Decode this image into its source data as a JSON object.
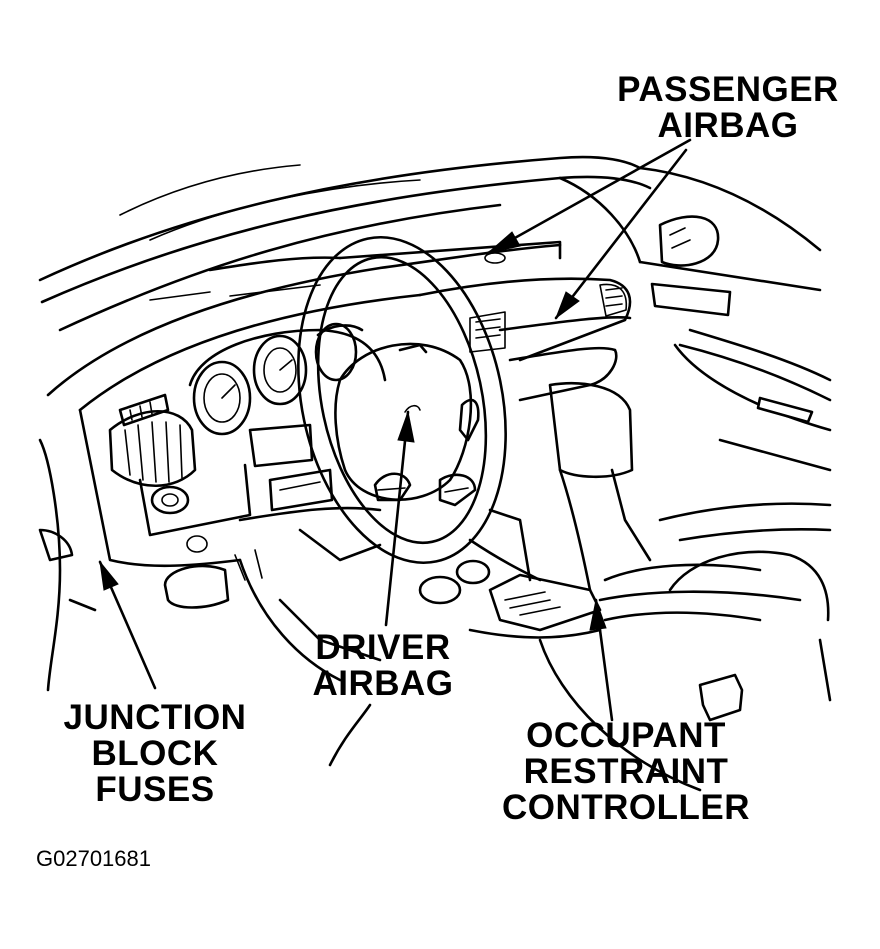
{
  "labels": {
    "passenger_airbag": [
      "PASSENGER",
      "AIRBAG"
    ],
    "driver_airbag": [
      "DRIVER",
      "AIRBAG"
    ],
    "junction_block_fuses": [
      "JUNCTION",
      "BLOCK",
      "FUSES"
    ],
    "occupant_restraint_controller": [
      "OCCUPANT",
      "RESTRAINT",
      "CONTROLLER"
    ]
  },
  "figure_id": "G02701681",
  "colors": {
    "ink": "#000000",
    "paper": "#ffffff"
  }
}
